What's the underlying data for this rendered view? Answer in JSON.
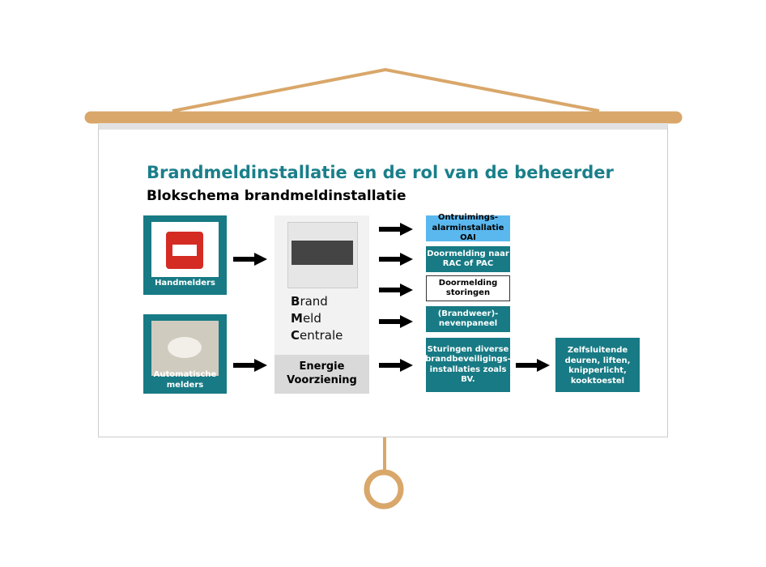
{
  "title": "Brandmeldinstallatie en de rol van de beheerder",
  "subtitle": "Blokschema brandmeldinstallatie",
  "inputs": [
    {
      "label": "Handmelders"
    },
    {
      "label": "Automatische melders"
    }
  ],
  "central": {
    "line1_initial": "B",
    "line1_rest": "rand",
    "line2_initial": "M",
    "line2_rest": "eld",
    "line3_initial": "C",
    "line3_rest": "entrale",
    "energy": "Energie Voorziening"
  },
  "outputs": [
    {
      "label": "Ontruimings-alarminstallatie OAI"
    },
    {
      "label": "Doormelding naar RAC of PAC"
    },
    {
      "label": "Doormelding storingen"
    },
    {
      "label": "(Brandweer)-nevenpaneel"
    },
    {
      "label": "Sturingen diverse brandbeveiligings-installaties zoals BV."
    }
  ],
  "final": {
    "label": "Zelfsluitende deuren, liften, knipperlicht, kooktoestel"
  },
  "colors": {
    "teal": "#177a84",
    "light_blue": "#5bb8ee",
    "rod": "#d9a76a"
  }
}
